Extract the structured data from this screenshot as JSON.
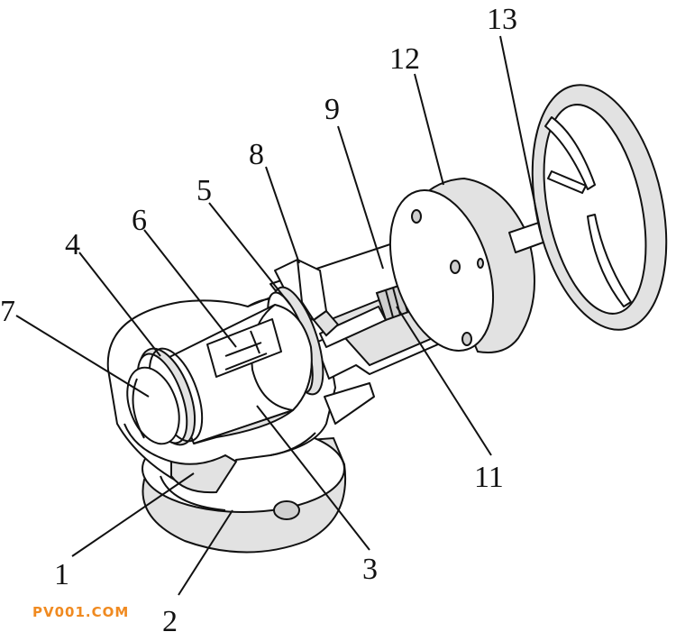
{
  "labels": {
    "l1": "1",
    "l2": "2",
    "l3": "3",
    "l4": "4",
    "l5": "5",
    "l6": "6",
    "l7": "7",
    "l8": "8",
    "l9": "9",
    "l11": "11",
    "l12": "12",
    "l13": "13"
  },
  "watermark": "PV001.COM",
  "colors": {
    "line": "#111111",
    "shade": "#e2e2e2",
    "watermark": "#f08a20"
  }
}
